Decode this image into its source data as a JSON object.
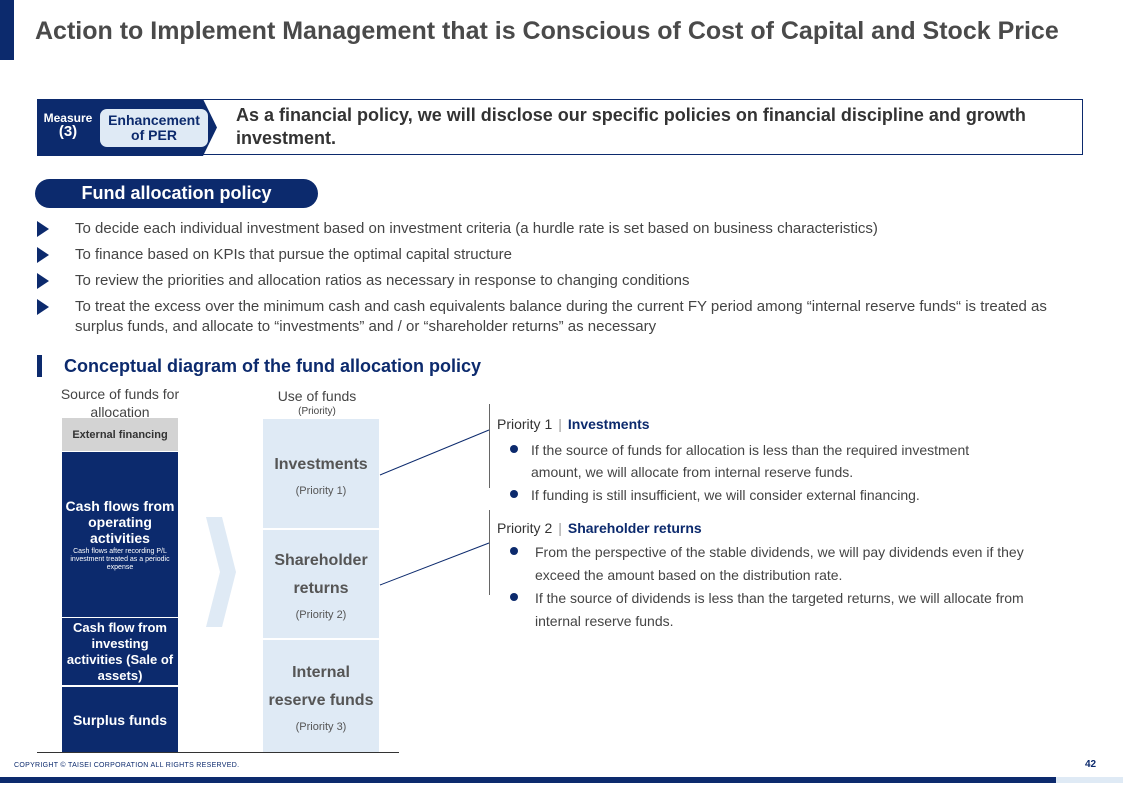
{
  "title": "Action to Implement Management that is Conscious of Cost of Capital and Stock Price",
  "measure": {
    "label": "Measure",
    "number": "(3)",
    "tag": "Enhancement of PER",
    "text": "As a financial policy, we will disclose our specific policies on financial discipline and growth investment."
  },
  "policy_pill": "Fund allocation policy",
  "bullets": [
    "To decide each individual investment based on investment criteria (a hurdle rate is set based on business characteristics)",
    "To finance based on KPIs that pursue the optimal capital structure",
    "To review the priorities and allocation ratios as necessary in response to changing conditions",
    "To treat the excess over the minimum cash and cash equivalents balance during the current FY period among “internal reserve funds“ is treated as surplus funds, and allocate to “investments” and / or “shareholder returns” as necessary"
  ],
  "diagram": {
    "title": "Conceptual diagram of the fund allocation policy",
    "source_header": "Source of funds for allocation",
    "use_header": "Use of funds",
    "use_sub": "(Priority)",
    "sources": {
      "external": "External financing",
      "operating": "Cash flows from operating activities",
      "operating_note": "Cash flows after recording P/L investment treated as a periodic expense",
      "investing": "Cash flow from investing activities (Sale of assets)",
      "surplus": "Surplus funds"
    },
    "uses": [
      {
        "label": "Investments",
        "priority": "(Priority 1)"
      },
      {
        "label": "Shareholder returns",
        "priority": "(Priority 2)"
      },
      {
        "label": "Internal reserve funds",
        "priority": "(Priority 3)"
      }
    ],
    "chevron_icon": "chevron-right-icon"
  },
  "priorities": [
    {
      "head": "Priority 1",
      "label": "Investments",
      "items": [
        "If the source of funds for allocation is less than the required investment amount, we will allocate from internal reserve funds.",
        "If funding is still insufficient, we will consider external financing."
      ]
    },
    {
      "head": "Priority 2",
      "label": "Shareholder returns",
      "items": [
        "From the perspective of the stable dividends, we will pay dividends even if they exceed the amount based on the distribution rate.",
        "If the source of dividends is less than the targeted returns, we will allocate from internal reserve funds."
      ]
    }
  ],
  "footer": {
    "copyright": "COPYRIGHT © TAISEI CORPORATION ALL RIGHTS RESERVED.",
    "page": "42"
  },
  "colors": {
    "navy": "#0c2a6d",
    "light_blue": "#dfeaf5",
    "gray": "#d3d3d3"
  }
}
